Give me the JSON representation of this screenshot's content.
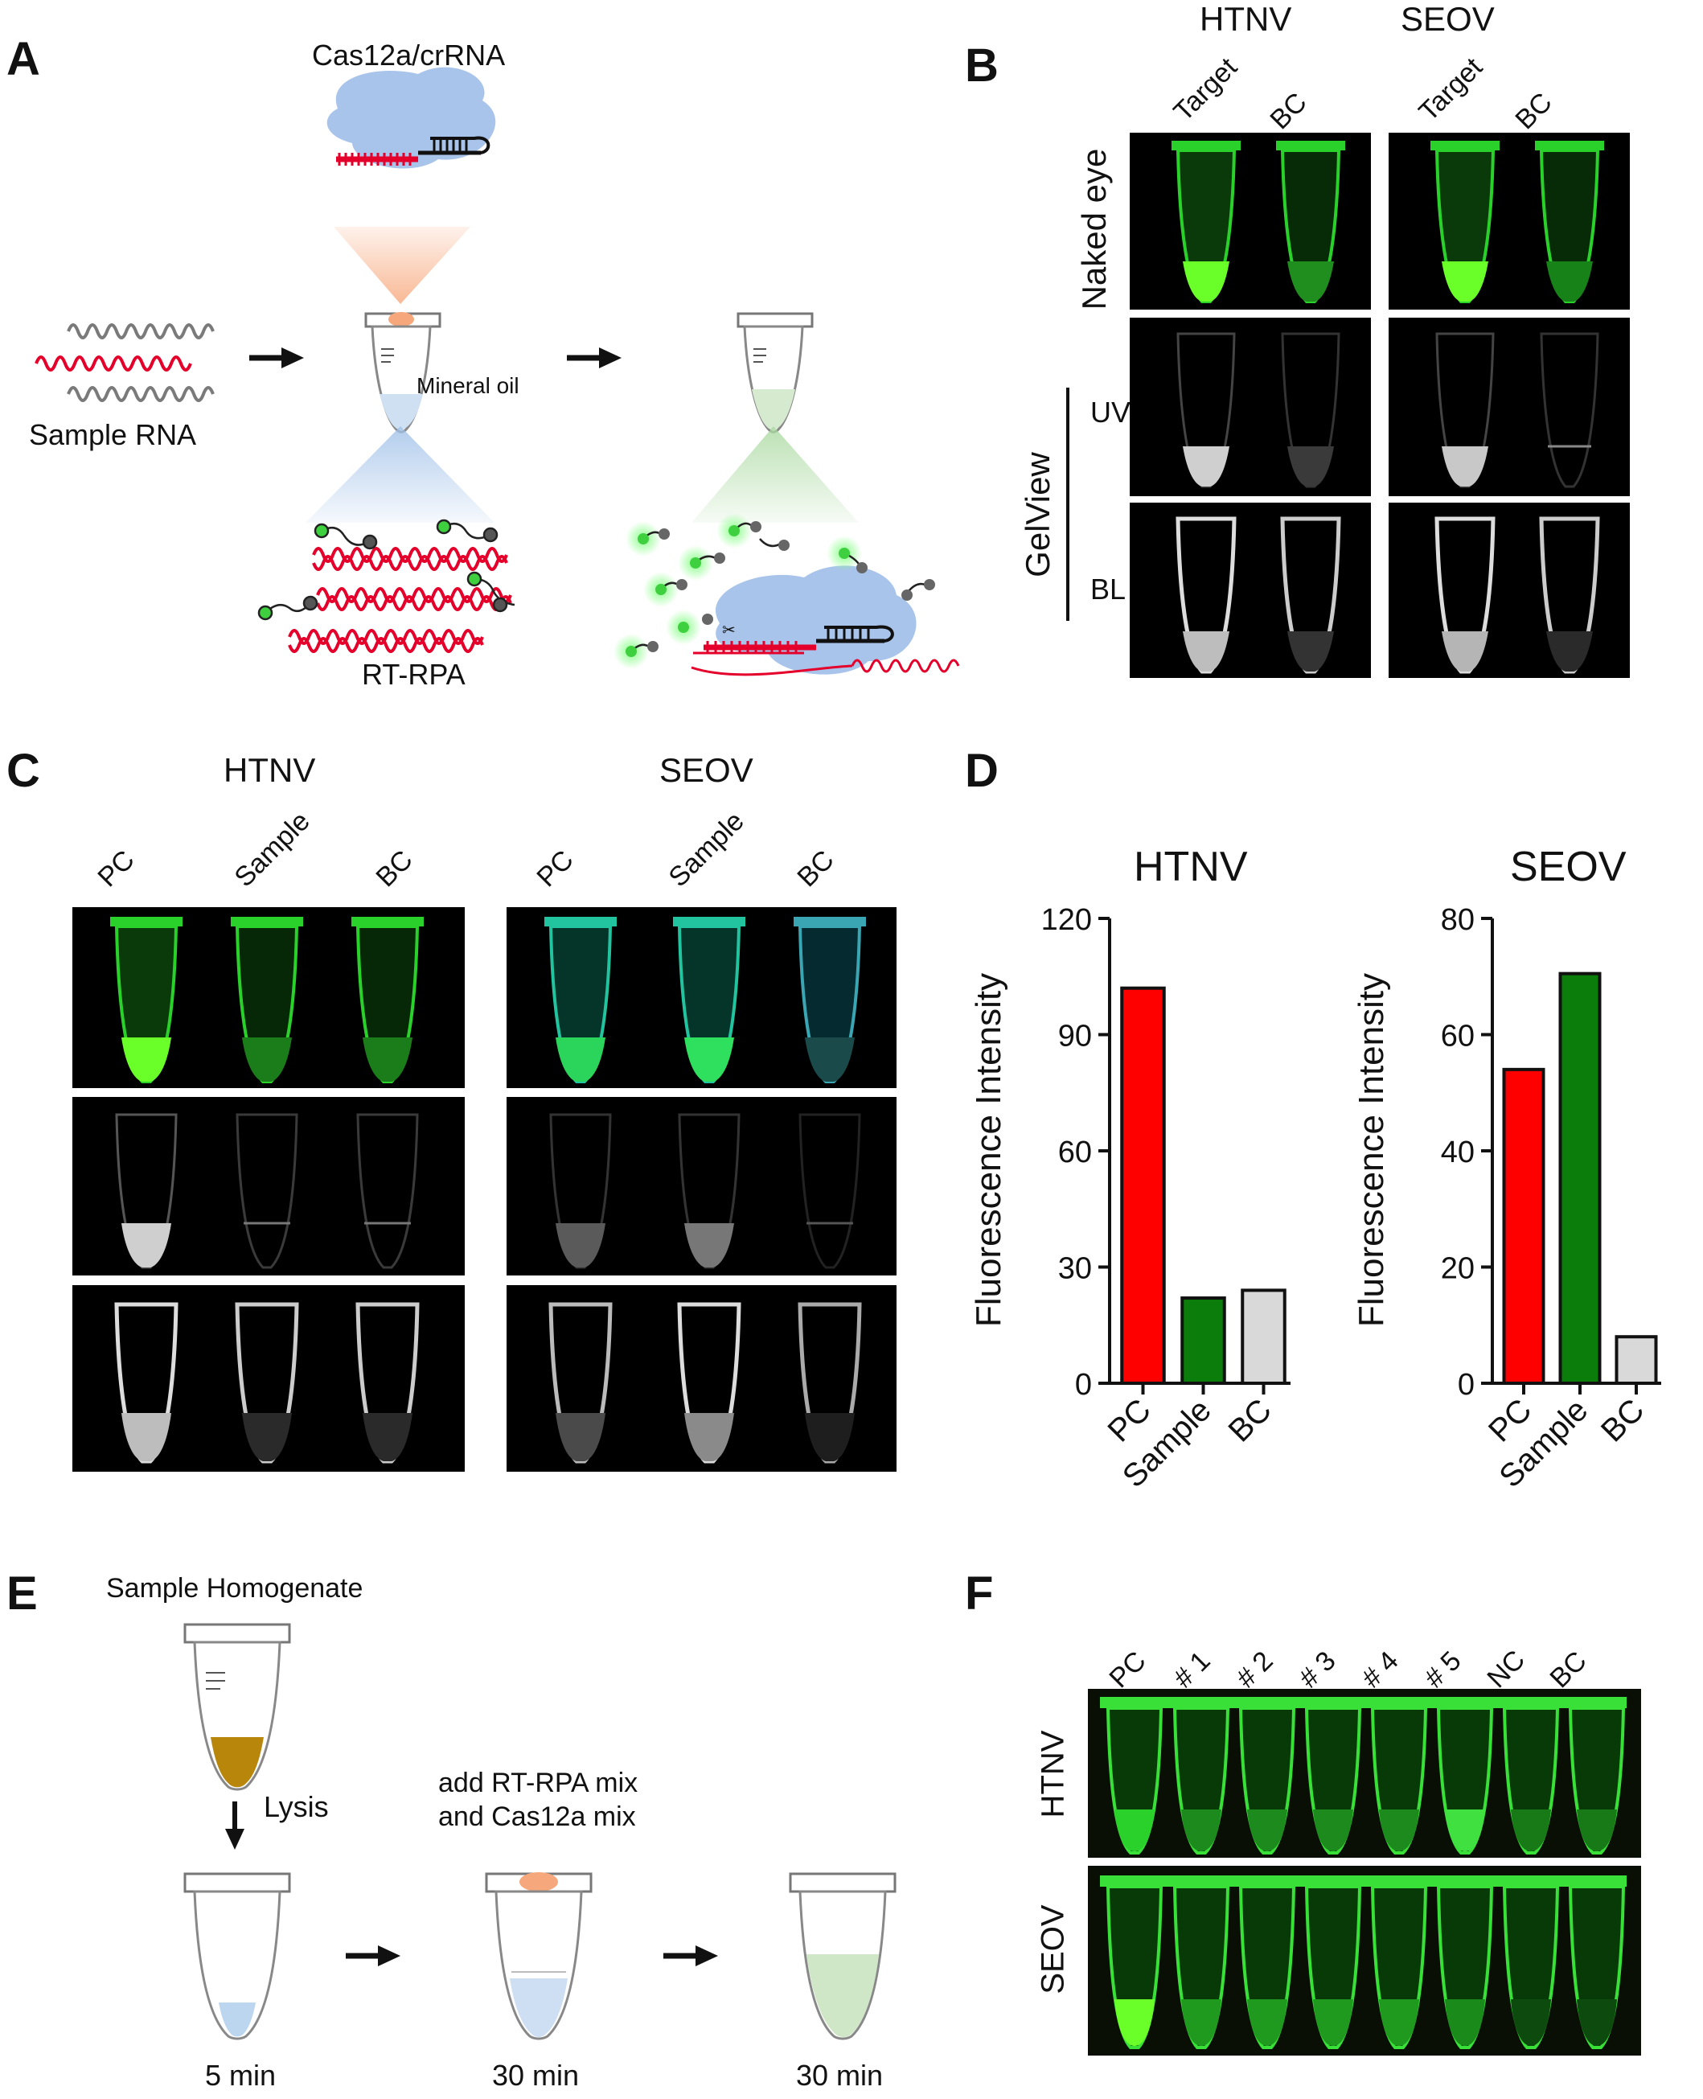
{
  "panels": {
    "a": "A",
    "b": "B",
    "c": "C",
    "d": "D",
    "e": "E",
    "f": "F"
  },
  "panel_a": {
    "complex_label": "Cas12a/crRNA",
    "sample_label": "Sample RNA",
    "oil_label": "Mineral oil",
    "rpa_label": "RT-RPA"
  },
  "panel_b": {
    "virus_1": "HTNV",
    "virus_2": "SEOV",
    "col_target": "Target",
    "col_bc": "BC",
    "row_naked": "Naked eye",
    "group_label": "GelView",
    "row_uv": "UV",
    "row_bl": "BL"
  },
  "panel_c": {
    "virus_1": "HTNV",
    "virus_2": "SEOV",
    "col_pc": "PC",
    "col_sample": "Sample",
    "col_bc": "BC"
  },
  "panel_e": {
    "homogenate": "Sample Homogenate",
    "lysis": "Lysis",
    "mix_line1": "add RT-RPA mix",
    "mix_line2": "and Cas12a mix",
    "time_1": "5 min",
    "time_2": "30 min",
    "time_3": "30 min"
  },
  "panel_f": {
    "cols": [
      "PC",
      "# 1",
      "# 2",
      "# 3",
      "# 4",
      "# 5",
      "NC",
      "BC"
    ],
    "row_1": "HTNV",
    "row_2": "SEOV"
  },
  "chart_data": [
    {
      "type": "bar",
      "title": "HTNV",
      "ylabel": "Fluorescence Intensity",
      "xlabel": "",
      "categories": [
        "PC",
        "Sample",
        "BC"
      ],
      "values": [
        102,
        22,
        24
      ],
      "colors": [
        "#ff0000",
        "#0a7d0a",
        "#d9d9d9"
      ],
      "ylim": [
        0,
        120
      ],
      "yticks": [
        0,
        30,
        60,
        90,
        120
      ],
      "grid": false
    },
    {
      "type": "bar",
      "title": "SEOV",
      "ylabel": "Fluorescence Intensity",
      "xlabel": "",
      "categories": [
        "PC",
        "Sample",
        "BC"
      ],
      "values": [
        54,
        70.5,
        8
      ],
      "colors": [
        "#ff0000",
        "#0a7d0a",
        "#d9d9d9"
      ],
      "ylim": [
        0,
        80
      ],
      "yticks": [
        0,
        20,
        40,
        60,
        80
      ],
      "grid": false
    }
  ]
}
